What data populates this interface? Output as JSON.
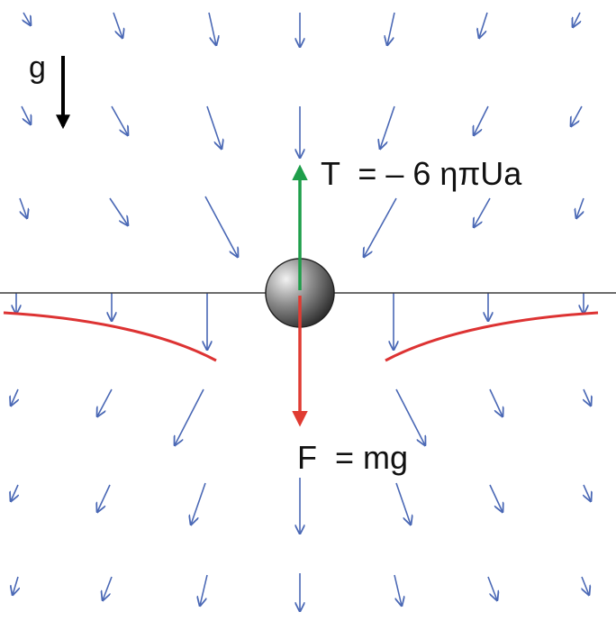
{
  "labels": {
    "gravity": "g",
    "drag_force": "T  = – 6 ηπUa",
    "weight_force": "F  = mg"
  },
  "colors": {
    "background": "#ffffff",
    "flow_arrows": "#4a68b5",
    "drag_arrow": "#1e9e4a",
    "weight_arrow": "#e03b32",
    "surface_deformation": "#dd3333",
    "surface_line": "#3c3c3c",
    "gravity_arrow": "#000000",
    "sphere_light": "#f2f2f2",
    "sphere_dark": "#1a1a1a"
  },
  "icons": {
    "sphere": "sphere-icon",
    "gravity": "down-arrow-icon"
  }
}
